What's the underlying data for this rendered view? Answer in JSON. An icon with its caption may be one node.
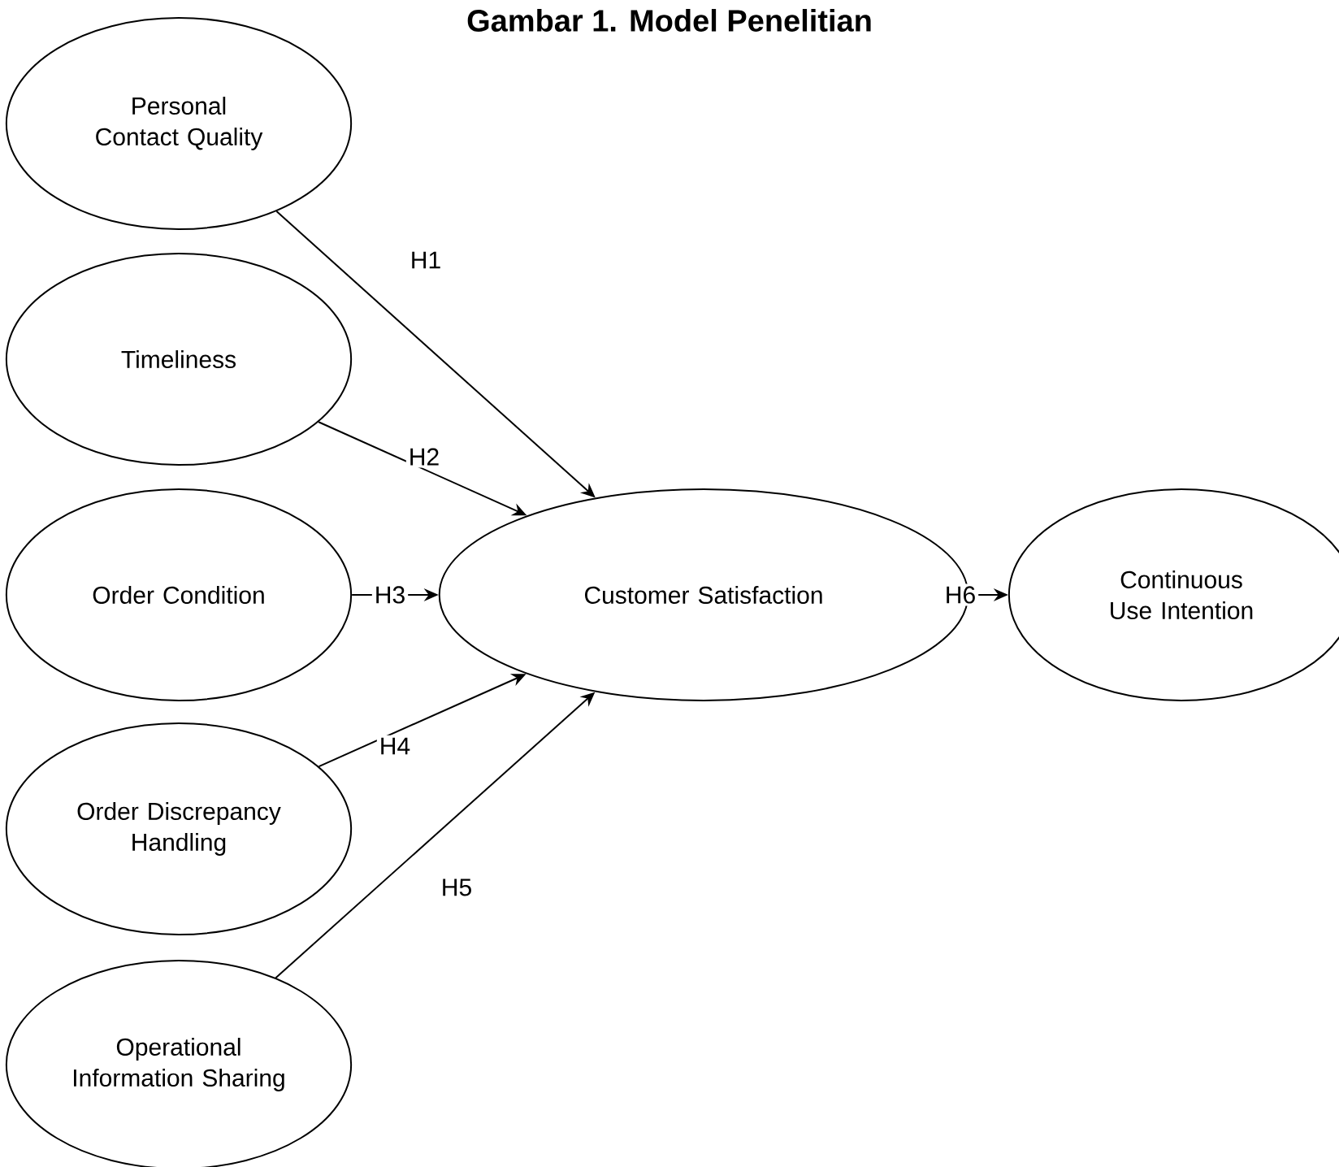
{
  "diagram": {
    "title": "Gambar 1. Model Penelitian",
    "nodes": [
      {
        "text": [
          "Personal Contact Quality"
        ]
      },
      {
        "text": [
          "Timeliness"
        ]
      },
      {
        "text": [
          "Order Condition"
        ]
      },
      {
        "text": [
          "Order Discrepancy Handling"
        ]
      },
      {
        "text": [
          "Operational Information Sharing"
        ]
      },
      {
        "text": [
          "Customer Satisfaction"
        ]
      },
      {
        "text": [
          "Continuous Use Intention"
        ]
      }
    ],
    "edges": [
      {
        "from": 0,
        "to": 5,
        "arrow": "to",
        "label": "H1"
      },
      {
        "from": 1,
        "to": 5,
        "arrow": "to",
        "label": "H2"
      },
      {
        "from": 2,
        "to": 5,
        "arrow": "to",
        "label": "H3"
      },
      {
        "from": 3,
        "to": 5,
        "arrow": "to",
        "label": "H4"
      },
      {
        "from": 4,
        "to": 5,
        "arrow": "to",
        "label": "H5"
      },
      {
        "from": 5,
        "to": 6,
        "arrow": "to",
        "label": "H6"
      }
    ]
  }
}
